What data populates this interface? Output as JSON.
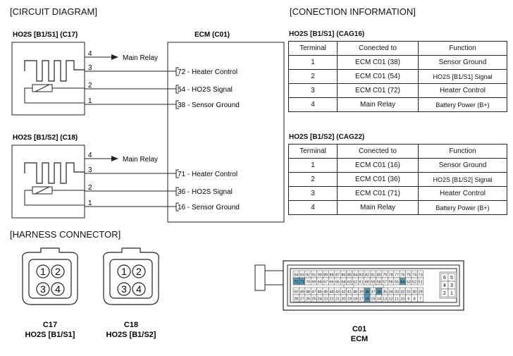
{
  "sections": {
    "circuit": "[CIRCUIT DIAGRAM]",
    "connection": "[CONECTION INFORMATION]",
    "harness": "[HARNESS CONNECTOR]"
  },
  "circuit": {
    "sensor1_title": "HO2S [B1/S1] (C17)",
    "sensor2_title": "HO2S [B1/S2] (C18)",
    "ecm_title": "ECM (C01)",
    "pins": [
      "4",
      "3",
      "2",
      "1"
    ],
    "main_relay": "Main Relay",
    "sensor1_ecm": [
      "72 - Heater Control",
      "54 - HO2S Signal",
      "38 - Sensor Ground"
    ],
    "sensor2_ecm": [
      "71 - Heater Control",
      "36 - HO2S Signal",
      "16 - Sensor Ground"
    ]
  },
  "tables": [
    {
      "title": "HO2S [B1/S1] (CAG16)",
      "headers": [
        "Terminal",
        "Conected to",
        "Function"
      ],
      "rows": [
        [
          "1",
          "ECM C01 (38)",
          "Sensor Ground"
        ],
        [
          "2",
          "ECM C01 (54)",
          "HO2S [B1/S1] Signal"
        ],
        [
          "3",
          "ECM C01 (72)",
          "Heater Control"
        ],
        [
          "4",
          "Main Relay",
          "Battery Power (B+)"
        ]
      ]
    },
    {
      "title": "HO2S [B1/S2] (CAG22)",
      "headers": [
        "Terminal",
        "Conected to",
        "Function"
      ],
      "rows": [
        [
          "1",
          "ECM C01 (16)",
          "Sensor Ground"
        ],
        [
          "2",
          "ECM C01 (36)",
          "HO2S [B1/S2] Signal"
        ],
        [
          "3",
          "ECM C01 (71)",
          "Heater Control"
        ],
        [
          "4",
          "Main Relay",
          "Battery Power (B+)"
        ]
      ]
    }
  ],
  "harness": {
    "c17": {
      "code": "C17",
      "name": "HO2S [B1/S1]",
      "pins": [
        "1",
        "2",
        "3",
        "4"
      ]
    },
    "c18": {
      "code": "C18",
      "name": "HO2S [B1/S2]",
      "pins": [
        "1",
        "2",
        "3",
        "4"
      ]
    },
    "ecm": {
      "code": "C01",
      "name": "ECM"
    },
    "ecm_rows": [
      [
        "94",
        "93",
        "92",
        "91",
        "90",
        "89",
        "88",
        "87",
        "86",
        "85",
        "84",
        "83",
        "82",
        "81",
        "80",
        "79",
        "78",
        "77",
        "76",
        "75",
        "74",
        "73"
      ],
      [
        "72",
        "71",
        "70",
        "69",
        "68",
        "67",
        "66",
        "65",
        "64",
        "63",
        "62",
        "61",
        "60",
        "59",
        "58",
        "57",
        "56",
        "55",
        "54",
        "53",
        "52",
        "51"
      ],
      [
        "50",
        "49",
        "48",
        "47",
        "46",
        "45",
        "44",
        "43",
        "42",
        "41",
        "40",
        "39",
        "38",
        "37",
        "36",
        "35",
        "34",
        "33",
        "32",
        "31",
        "30",
        "29"
      ],
      [
        "28",
        "27",
        "26",
        "25",
        "24",
        "23",
        "22",
        "21",
        "20",
        "19",
        "18",
        "17",
        "16",
        "15",
        "14",
        "13",
        "12",
        "11",
        "10",
        "9",
        "8",
        "7"
      ]
    ],
    "ecm_right": [
      "6",
      "5",
      "4",
      "3",
      "2",
      "1"
    ],
    "highlight_pins": [
      "72",
      "71",
      "54",
      "38",
      "36",
      "16"
    ],
    "highlight_color": "#5b9bb5"
  }
}
